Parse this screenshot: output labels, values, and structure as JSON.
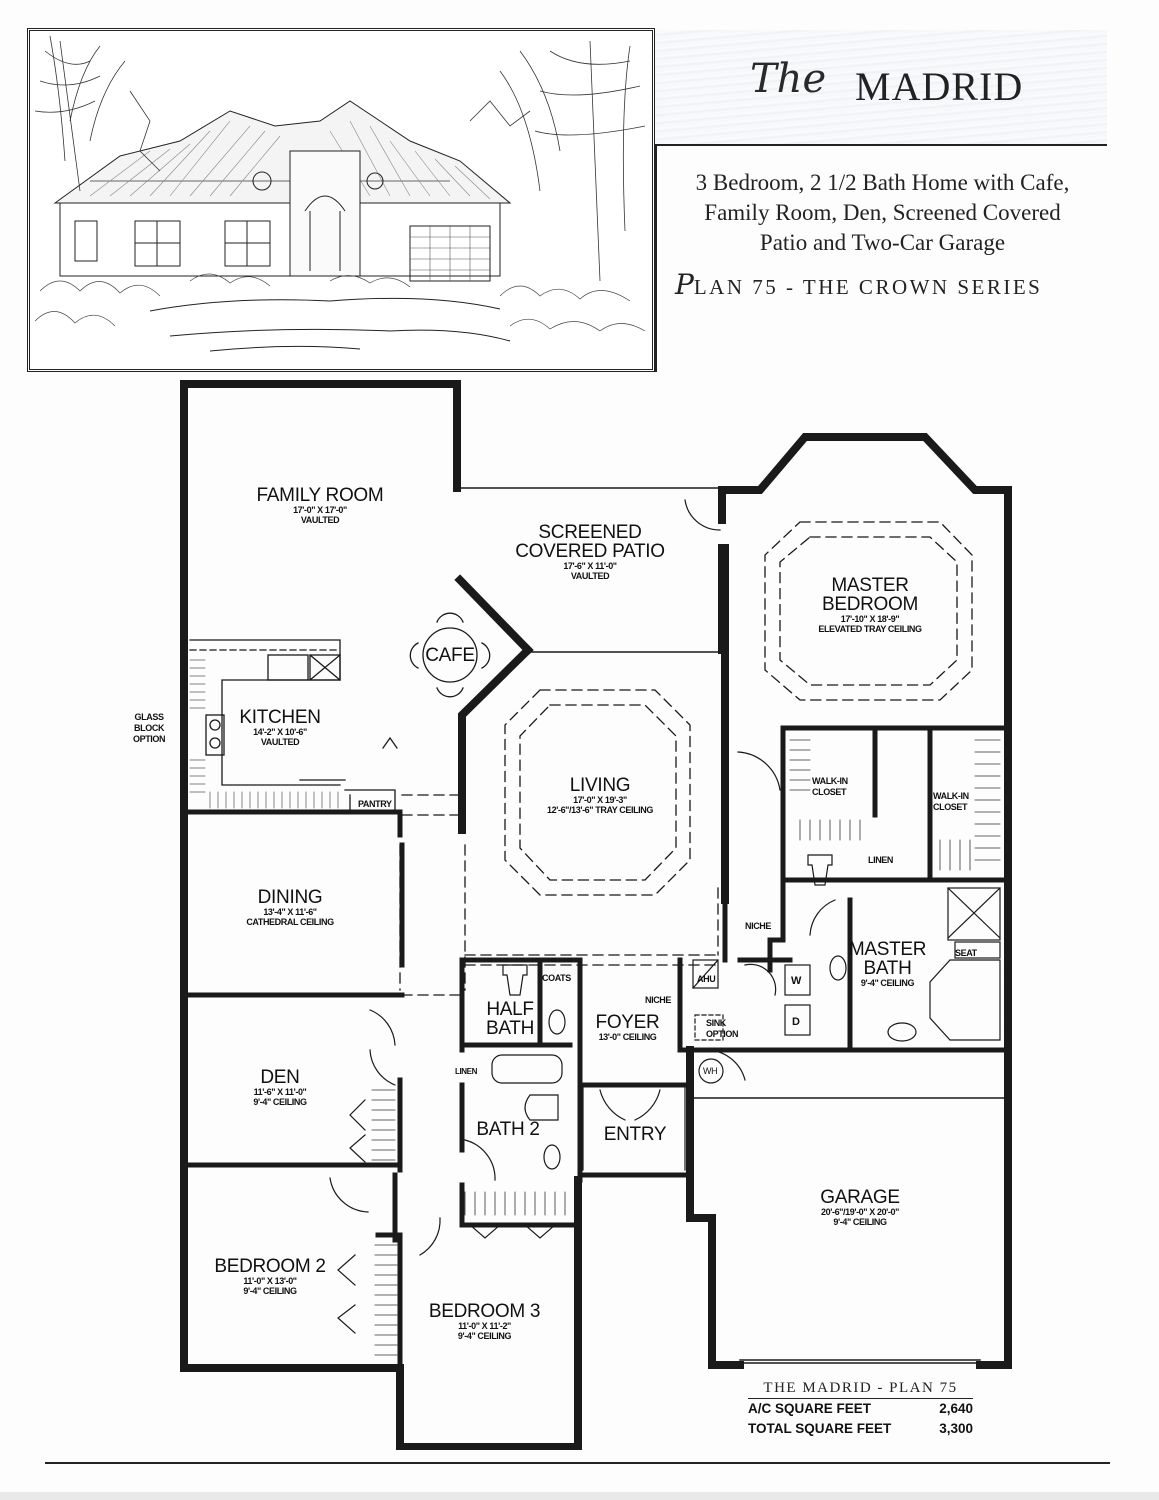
{
  "header": {
    "title_prefix": "The",
    "title_name": "MADRID",
    "description_lines": [
      "3 Bedroom, 2 1/2 Bath Home with Cafe,",
      "Family Room, Den, Screened Covered",
      "Patio and Two-Car Garage"
    ],
    "plan_initial": "P",
    "plan_rest": "LAN 75 - THE CROWN SERIES"
  },
  "rendering": {
    "alt": "Front elevation sketch of a tile-roofed Mediterranean style home with palms and landscaping"
  },
  "rooms": {
    "family_room": {
      "name": "FAMILY ROOM",
      "dims": "17'-0\" X 17'-0\"",
      "note": "VAULTED"
    },
    "patio": {
      "name_line1": "SCREENED",
      "name_line2": "COVERED PATIO",
      "dims": "17'-6\" X 11'-0\"",
      "note": "VAULTED"
    },
    "master_bedroom": {
      "name_line1": "MASTER",
      "name_line2": "BEDROOM",
      "dims": "17'-10\" X 18'-9\"",
      "note": "ELEVATED TRAY CEILING"
    },
    "cafe": {
      "name": "CAFE"
    },
    "kitchen": {
      "name": "KITCHEN",
      "dims": "14'-2\" X 10'-6\"",
      "note": "VAULTED"
    },
    "living": {
      "name": "LIVING",
      "dims": "17'-0\" X 19'-3\"",
      "note": "12'-6\"/13'-6\" TRAY CEILING"
    },
    "dining": {
      "name": "DINING",
      "dims": "13'-4\" X 11'-6\"",
      "note": "CATHEDRAL CEILING"
    },
    "half_bath": {
      "name_line1": "HALF",
      "name_line2": "BATH"
    },
    "foyer": {
      "name": "FOYER",
      "note": "13'-0\" CEILING"
    },
    "master_bath": {
      "name_line1": "MASTER",
      "name_line2": "BATH",
      "note": "9'-4\" CEILING"
    },
    "den": {
      "name": "DEN",
      "dims": "11'-6\" X 11'-0\"",
      "note": "9'-4\" CEILING"
    },
    "bath2": {
      "name": "BATH 2"
    },
    "entry": {
      "name": "ENTRY"
    },
    "garage": {
      "name": "GARAGE",
      "dims": "20'-6\"/19'-0\" X 20'-0\"",
      "note": "9'-4\" CEILING"
    },
    "bedroom2": {
      "name": "BEDROOM 2",
      "dims": "11'-0\" X 13'-0\"",
      "note": "9'-4\" CEILING"
    },
    "bedroom3": {
      "name": "BEDROOM 3",
      "dims": "11'-0\" X 11'-2\"",
      "note": "9'-4\" CEILING"
    }
  },
  "fixtures": {
    "glass_block": [
      "GLASS",
      "BLOCK",
      "OPTION"
    ],
    "pantry": "PANTRY",
    "walk_in_closet_1": [
      "WALK-IN",
      "CLOSET"
    ],
    "walk_in_closet_2": [
      "WALK-IN",
      "CLOSET"
    ],
    "linen_master": "LINEN",
    "niche_living": "NICHE",
    "niche_foyer": "NICHE",
    "seat": "SEAT",
    "coats": "COATS",
    "ahu": "AHU",
    "sink_option": [
      "SINK",
      "OPTION"
    ],
    "washer": "W",
    "dryer": "D",
    "water_heater": "WH",
    "linen_hall": "LINEN"
  },
  "summary": {
    "title": "THE MADRID - PLAN 75",
    "rows": [
      {
        "label": "A/C SQUARE FEET",
        "value": "2,640"
      },
      {
        "label": "TOTAL SQUARE FEET",
        "value": "3,300"
      }
    ]
  }
}
